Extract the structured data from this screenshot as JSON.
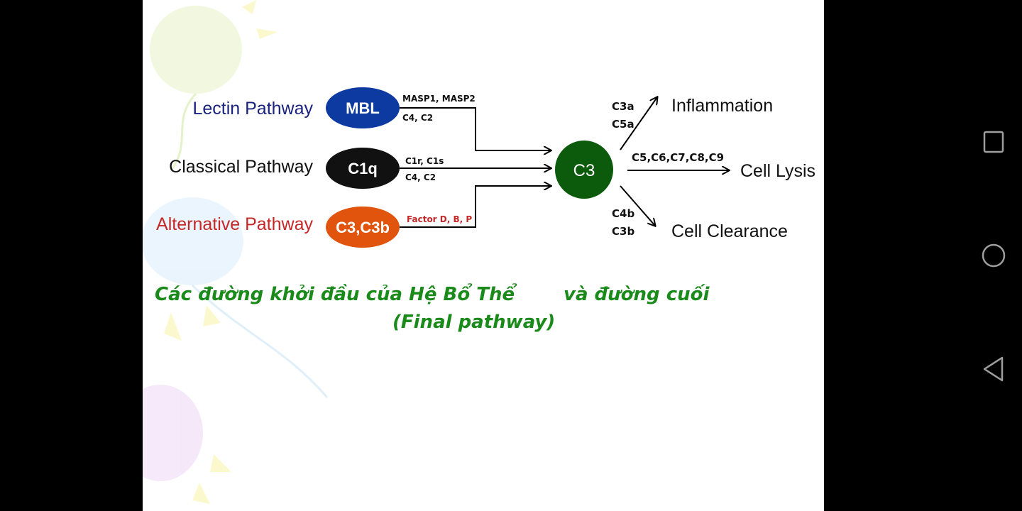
{
  "colors": {
    "lectin": "#1a237e",
    "classical": "#111111",
    "alternative": "#c62828",
    "mbl_fill": "#0d3aa0",
    "c1q_fill": "#111111",
    "c3c3b_fill": "#e0540e",
    "c3_fill": "#0c5a0c",
    "caption": "#1a8a1a"
  },
  "diagram": {
    "pathways": [
      {
        "label": "Lectin Pathway",
        "node": "MBL",
        "enzymes_top": "MASP1, MASP2",
        "enzymes_bottom": "C4, C2"
      },
      {
        "label": "Classical Pathway",
        "node": "C1q",
        "enzymes_top": "C1r, C1s",
        "enzymes_bottom": "C4, C2"
      },
      {
        "label": "Alternative Pathway",
        "node": "C3,C3b",
        "enzymes_top": "Factor D, B, P",
        "enzymes_bottom": ""
      }
    ],
    "center_node": "C3",
    "outcomes": [
      {
        "label": "Inflammation",
        "mediators": [
          "C3a",
          "C5a"
        ]
      },
      {
        "label": "Cell Lysis",
        "mediators": [
          "C5,C6,C7,C8,C9"
        ]
      },
      {
        "label": "Cell Clearance",
        "mediators": [
          "C4b",
          "C3b"
        ]
      }
    ]
  },
  "caption": {
    "line1_part1": "Các đường khởi đầu của Hệ Bổ Thể",
    "line1_part2": "và đường cuối",
    "line2": "(Final pathway)"
  },
  "navigation": {
    "icons": [
      "recent-apps-icon",
      "home-icon",
      "back-icon"
    ]
  }
}
